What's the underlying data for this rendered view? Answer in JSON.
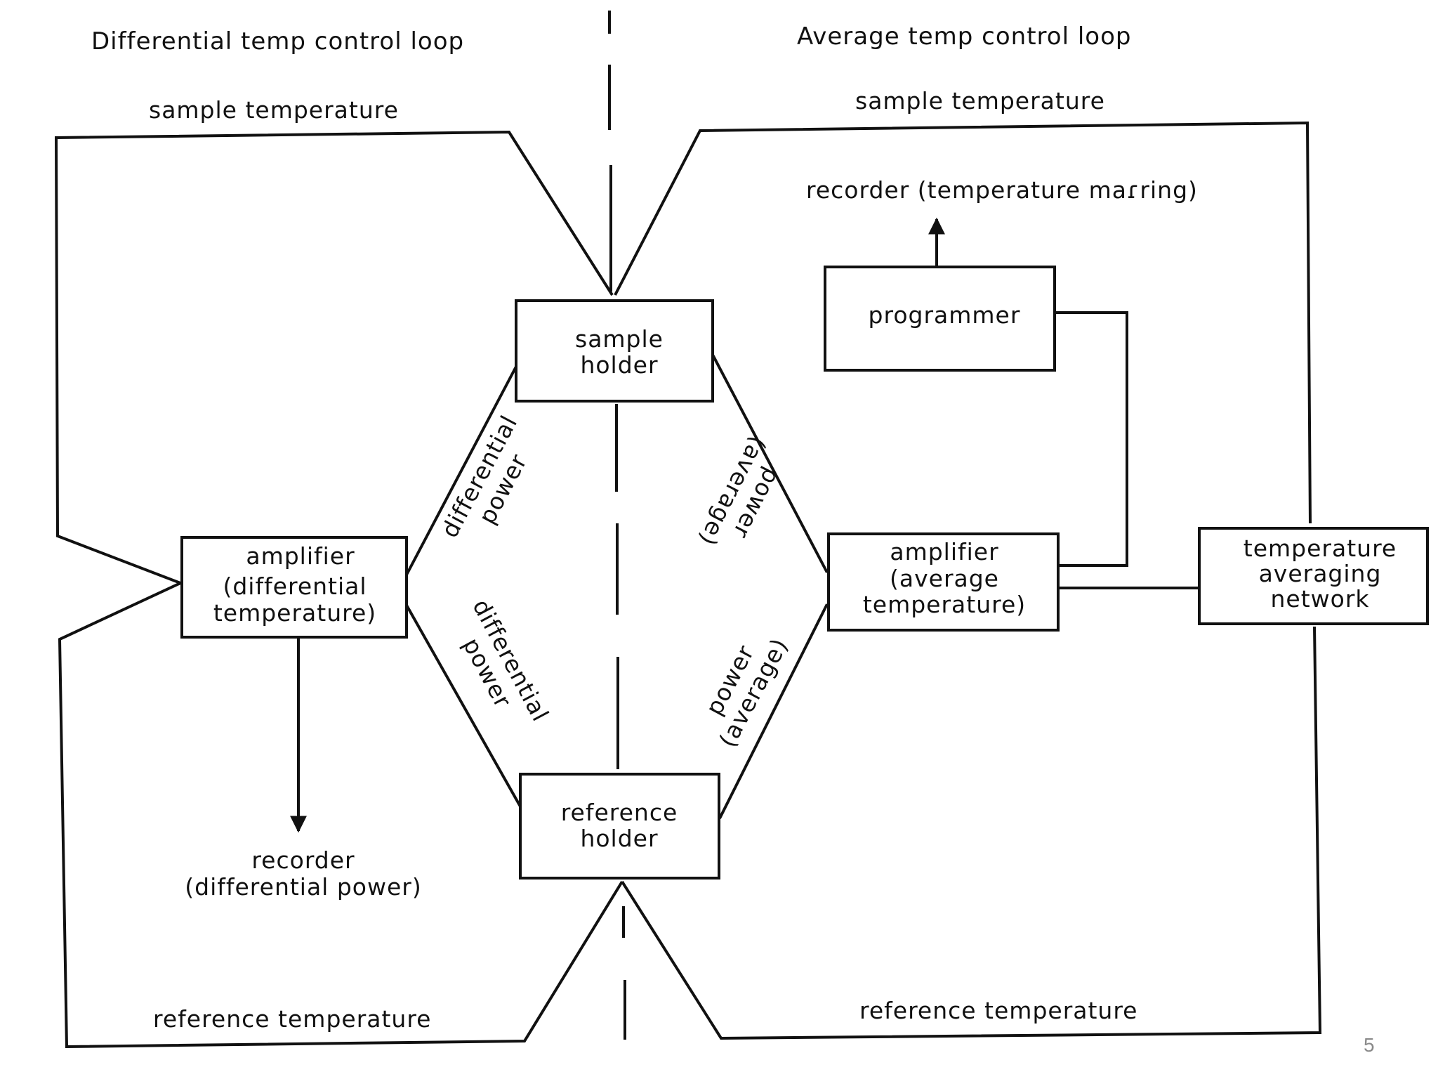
{
  "headings": {
    "left": "Differential temp control loop",
    "right": "Average temp control loop"
  },
  "boxes": {
    "sample_holder": [
      "sample",
      "holder"
    ],
    "reference_holder": [
      "reference",
      "holder"
    ],
    "amplifier_differential": [
      "amplifier",
      "(differential",
      "temperature)"
    ],
    "amplifier_average": [
      "amplifier",
      "(average",
      "temperature)"
    ],
    "programmer": [
      "programmer"
    ],
    "temperature_averaging_network": [
      "temperature",
      "averaging",
      "network"
    ]
  },
  "labels": {
    "sample_temperature_left": "sample temperature",
    "sample_temperature_right": "sample temperature",
    "reference_temperature_left": "reference temperature",
    "reference_temperature_right": "reference temperature",
    "recorder_temperature_marking": "recorder (temperature maɾring)",
    "recorder_differential_power": [
      "recorder",
      "(differential power)"
    ],
    "differential_power": [
      "differential",
      "power"
    ],
    "power_average": [
      "power",
      "(average)"
    ]
  },
  "page_number": "5"
}
